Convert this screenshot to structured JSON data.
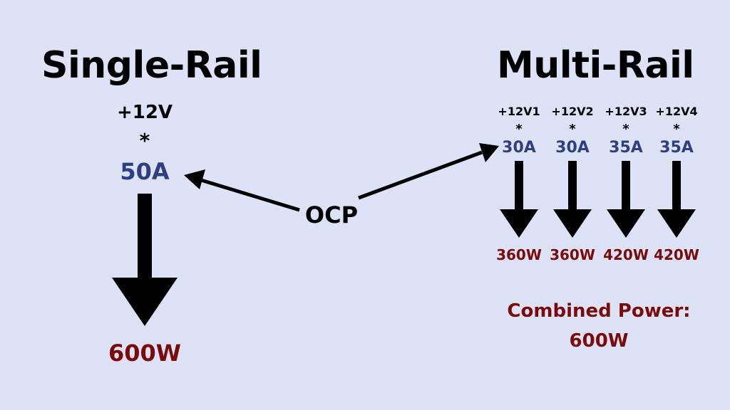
{
  "single_rail": {
    "title": "Single-Rail",
    "voltage": "+12V",
    "multiplier": "*",
    "current": "50A",
    "power": "600W"
  },
  "ocp_label": "OCP",
  "multi_rail": {
    "title": "Multi-Rail",
    "rails": [
      {
        "voltage": "+12V1",
        "multiplier": "*",
        "current": "30A",
        "power": "360W"
      },
      {
        "voltage": "+12V2",
        "multiplier": "*",
        "current": "30A",
        "power": "360W"
      },
      {
        "voltage": "+12V3",
        "multiplier": "*",
        "current": "35A",
        "power": "420W"
      },
      {
        "voltage": "+12V4",
        "multiplier": "*",
        "current": "35A",
        "power": "420W"
      }
    ],
    "combined_label": "Combined Power:",
    "combined_value": "600W"
  },
  "colors": {
    "background": "#dee2f6",
    "current_blue": "#2e3f82",
    "power_red": "#7b0a0a",
    "text_black": "#000000"
  }
}
